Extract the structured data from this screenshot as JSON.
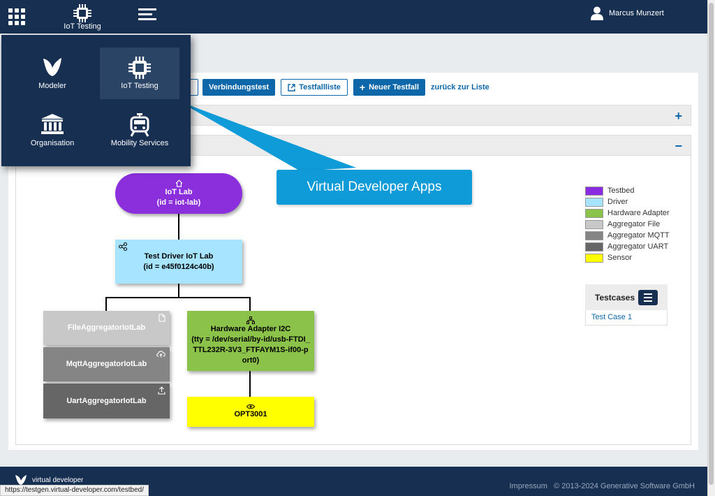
{
  "header": {
    "app_label": "IoT Testing",
    "user_name": "Marcus Munzert"
  },
  "toolbar": {
    "connection_test": "Verbindungstest",
    "test_list": "Testfallliste",
    "new_test": "Neuer Testfall",
    "back_link": "zurück zur Liste"
  },
  "panels": {
    "collapsed_toggle": "+",
    "expanded_toggle": "−"
  },
  "diagram": {
    "testbed": {
      "title": "IoT Lab",
      "id": "(id = iot-lab)",
      "icon": "home-icon"
    },
    "driver": {
      "title": "Test Driver IoT Lab",
      "id": "(id = e45f0124c40b)",
      "icon": "share-icon"
    },
    "file_aggregator": {
      "title": "FileAggregatorIotLab",
      "icon": "file-icon"
    },
    "mqtt_aggregator": {
      "title": "MqttAggregatorIotLab",
      "icon": "cloud-upload-icon"
    },
    "uart_aggregator": {
      "title": "UartAggregatorIotLab",
      "icon": "upload-icon"
    },
    "hardware_adapter": {
      "title": "Hardware Adapter I2C",
      "tty": "(tty = /dev/serial/by-id/usb-FTDI_TTL232R-3V3_FTFAYM1S-if00-port0)",
      "icon": "sitemap-icon"
    },
    "sensor": {
      "title": "OPT3001",
      "icon": "eye-icon"
    }
  },
  "legend": [
    {
      "label": "Testbed",
      "color": "#8a2be2"
    },
    {
      "label": "Driver",
      "color": "#a6e4ff"
    },
    {
      "label": "Hardware Adapter",
      "color": "#8bc34a"
    },
    {
      "label": "Aggregator File",
      "color": "#c8c8c8"
    },
    {
      "label": "Aggregator MQTT",
      "color": "#858585"
    },
    {
      "label": "Aggregator UART",
      "color": "#666666"
    },
    {
      "label": "Sensor",
      "color": "#ffff00"
    }
  ],
  "testcases": {
    "title": "Testcases",
    "items": [
      "Test Case 1"
    ]
  },
  "app_menu": [
    {
      "label": "Modeler",
      "icon": "modeler-logo-icon"
    },
    {
      "label": "IoT Testing",
      "icon": "chip-icon"
    },
    {
      "label": "Organisation",
      "icon": "bank-icon"
    },
    {
      "label": "Mobility Services",
      "icon": "train-icon"
    }
  ],
  "callout": "Virtual Developer Apps",
  "footer": {
    "brand": "virtual developer",
    "impressum": "Impressum",
    "copyright": "© 2013-2024 Generative Software GmbH"
  },
  "status_url": "https://testgen.virtual-developer.com/testbed/"
}
